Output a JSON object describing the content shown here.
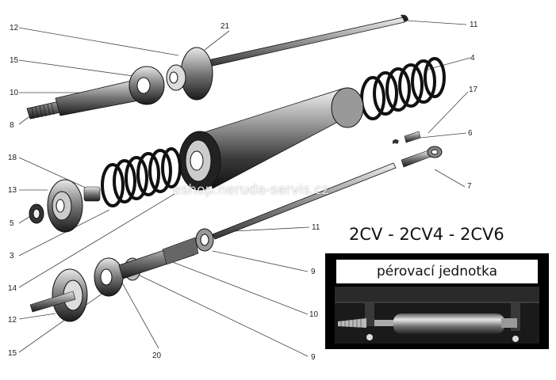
{
  "product_title": "2CV - 2CV4 - 2CV6",
  "photo_caption": "pérovací jednotka",
  "watermark": "eshop.neruda-servis.cz",
  "callouts": [
    {
      "id": "c12a",
      "label": "12"
    },
    {
      "id": "c21",
      "label": "21"
    },
    {
      "id": "c11a",
      "label": "11"
    },
    {
      "id": "c15a",
      "label": "15"
    },
    {
      "id": "c4",
      "label": "4"
    },
    {
      "id": "c10a",
      "label": "10"
    },
    {
      "id": "c17",
      "label": "17"
    },
    {
      "id": "c8",
      "label": "8"
    },
    {
      "id": "c6",
      "label": "6"
    },
    {
      "id": "c18",
      "label": "18"
    },
    {
      "id": "c7",
      "label": "7"
    },
    {
      "id": "c13",
      "label": "13"
    },
    {
      "id": "c5",
      "label": "5"
    },
    {
      "id": "c11b",
      "label": "11"
    },
    {
      "id": "c3",
      "label": "3"
    },
    {
      "id": "c9a",
      "label": "9"
    },
    {
      "id": "c14",
      "label": "14"
    },
    {
      "id": "c10b",
      "label": "10"
    },
    {
      "id": "c12b",
      "label": "12"
    },
    {
      "id": "c15b",
      "label": "15"
    },
    {
      "id": "c20",
      "label": "20"
    },
    {
      "id": "c9b",
      "label": "9"
    }
  ]
}
